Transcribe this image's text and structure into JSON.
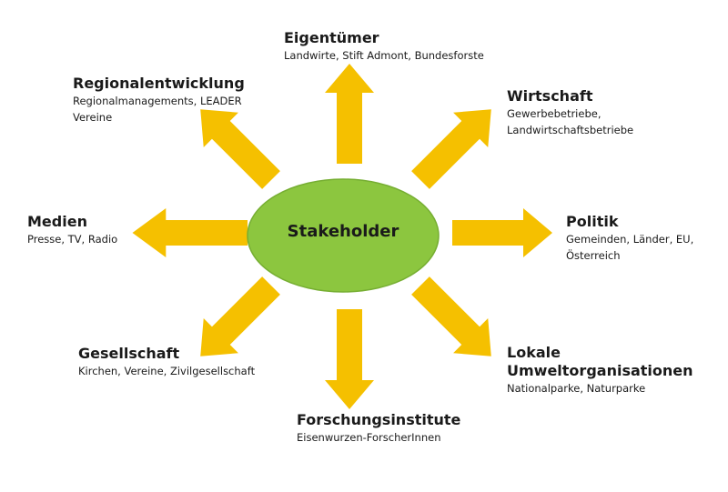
{
  "center": {
    "label": "Stakeholder"
  },
  "colors": {
    "arrow": "#F5C000",
    "ellipse": "#8CC63F",
    "ellipse_stroke": "#6EA82E"
  },
  "stakeholders": {
    "eigentuemer": {
      "title": "Eigentümer",
      "lines": [
        "Landwirte, Stift Admont, Bundesforste"
      ]
    },
    "wirtschaft": {
      "title": "Wirtschaft",
      "lines": [
        "Gewerbebetriebe,",
        "Landwirtschaftsbetriebe"
      ]
    },
    "politik": {
      "title": "Politik",
      "lines": [
        "Gemeinden, Länder, EU,",
        "Österreich"
      ]
    },
    "umwelt": {
      "title": "Lokale Umweltorganisationen",
      "lines": [
        "Nationalparke, Naturparke"
      ]
    },
    "forschung": {
      "title": "Forschungsinstitute",
      "lines": [
        "Eisenwurzen-ForscherInnen"
      ]
    },
    "gesellschaft": {
      "title": "Gesellschaft",
      "lines": [
        "Kirchen, Vereine, Zivilgesellschaft"
      ]
    },
    "medien": {
      "title": "Medien",
      "lines": [
        "Presse, TV, Radio"
      ]
    },
    "regional": {
      "title": "Regionalentwicklung",
      "lines": [
        "Regionalmanagements, LEADER",
        "Vereine"
      ]
    }
  }
}
